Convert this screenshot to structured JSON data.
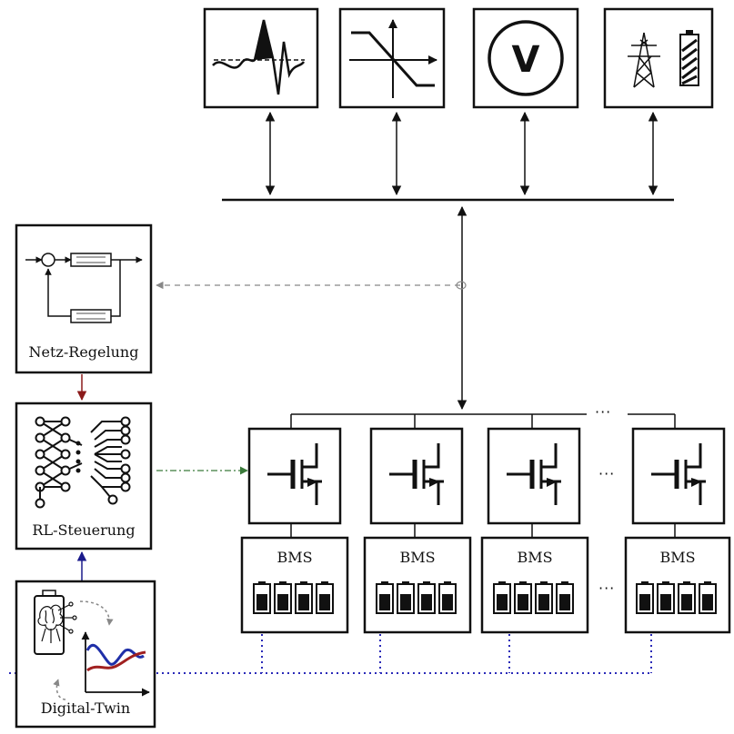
{
  "left_column": {
    "grid_control_label": "Netz-Regelung",
    "rl_control_label": "RL-Steuerung",
    "digital_twin_label": "Digital-Twin"
  },
  "battery_units": {
    "bms_labels": [
      "BMS",
      "BMS",
      "BMS",
      "BMS"
    ],
    "ellipsis": "···",
    "ellipsis_mid": "···",
    "ellipsis_bms": "···"
  },
  "top_blocks": [
    {
      "icon": "grid-disturbance-icon"
    },
    {
      "icon": "droop-characteristic-icon"
    },
    {
      "icon": "voltage-source-icon",
      "symbol": "V"
    },
    {
      "icon": "grid-and-battery-icon"
    }
  ],
  "colors": {
    "line": "#111111",
    "grid_to_rl_arrow": "#8b1a1a",
    "twin_to_rl_arrow": "#1a1a8b",
    "rl_to_converter_arrow": "#3a7a3a",
    "twin_dotted_link": "#2a2ab8",
    "feedback_dashed": "#888888",
    "twin_blue": "#1f2fa8",
    "twin_red": "#a02020"
  }
}
